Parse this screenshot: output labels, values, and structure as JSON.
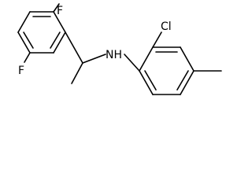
{
  "molecule": {
    "atoms": {
      "fluorine_top": "F",
      "fluorine_bottom": "F",
      "amine": "NH",
      "chlorine": "Cl"
    }
  }
}
